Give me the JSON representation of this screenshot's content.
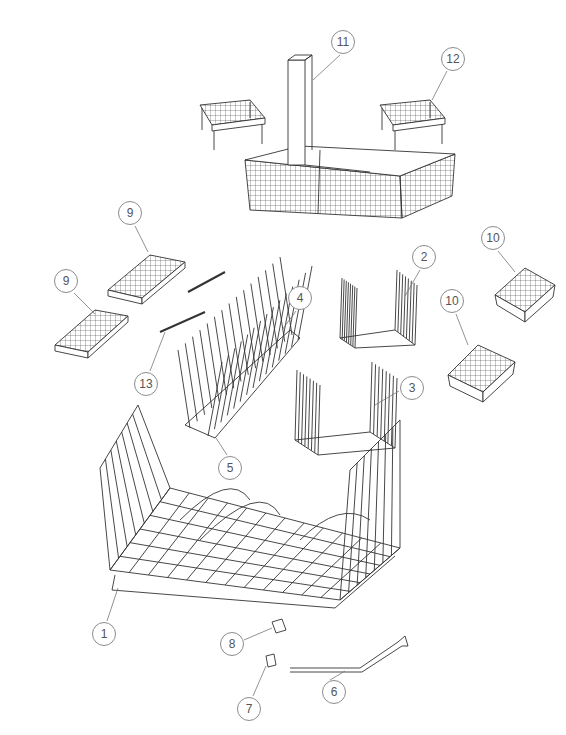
{
  "diagram": {
    "nodes": [
      {
        "text": [
          "11"
        ]
      },
      {
        "text": [
          "12"
        ]
      },
      {
        "text": [
          "9"
        ]
      },
      {
        "text": [
          "10"
        ]
      },
      {
        "text": [
          "2"
        ]
      },
      {
        "text": [
          "9"
        ]
      },
      {
        "text": [
          "4"
        ]
      },
      {
        "text": [
          "10"
        ]
      },
      {
        "text": [
          "13"
        ]
      },
      {
        "text": [
          "3"
        ]
      },
      {
        "text": [
          "5"
        ]
      },
      {
        "text": [
          "1"
        ]
      },
      {
        "text": [
          "8"
        ]
      },
      {
        "text": [
          "6"
        ]
      },
      {
        "text": [
          "7"
        ]
      }
    ]
  }
}
